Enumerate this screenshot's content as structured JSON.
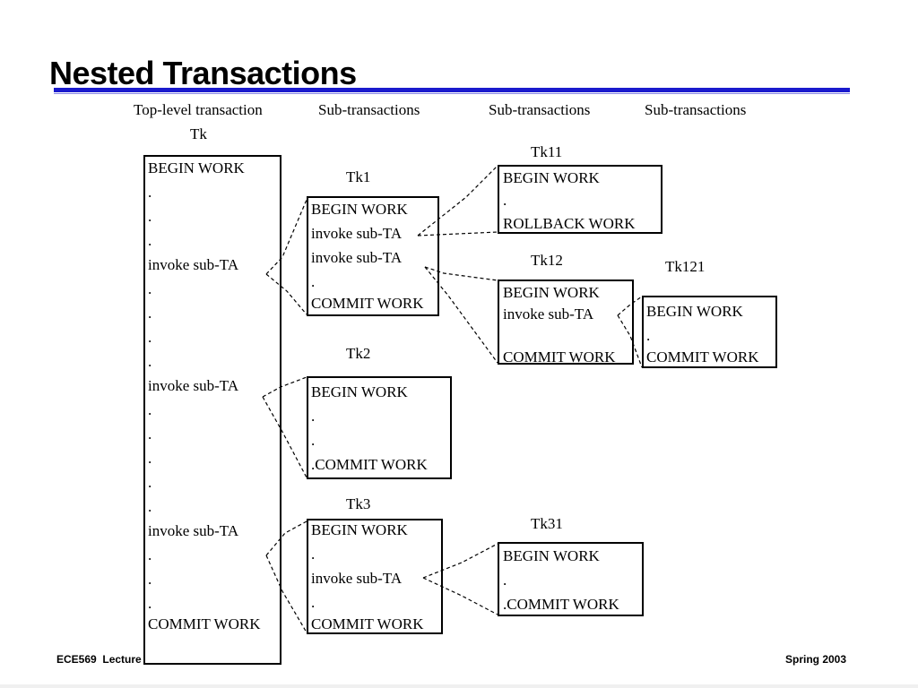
{
  "slide": {
    "title": "Nested Transactions",
    "column_headers": {
      "top_level": "Top-level transaction",
      "sub_1": "Sub-transactions",
      "sub_2": "Sub-transactions",
      "sub_3": "Sub-transactions"
    },
    "footer": {
      "left": "ECE569  Lecture",
      "right": "Spring 2003"
    }
  },
  "diagram": {
    "tk": {
      "label": "Tk",
      "lines": [
        "BEGIN WORK",
        ".",
        ".",
        ".",
        "invoke sub-TA",
        ".",
        ".",
        ".",
        ".",
        "invoke sub-TA",
        ".",
        ".",
        ".",
        ".",
        ".",
        "invoke sub-TA",
        ".",
        ".",
        ".",
        "COMMIT WORK"
      ]
    },
    "tk1": {
      "label": "Tk1",
      "lines": [
        "BEGIN WORK",
        "invoke sub-TA",
        "invoke sub-TA",
        ".",
        "COMMIT WORK"
      ]
    },
    "tk2": {
      "label": "Tk2",
      "lines": [
        "BEGIN WORK",
        ".",
        ".",
        ".COMMIT WORK"
      ]
    },
    "tk3": {
      "label": "Tk3",
      "lines": [
        "BEGIN WORK",
        ".",
        "invoke sub-TA",
        ".",
        "COMMIT WORK"
      ]
    },
    "tk11": {
      "label": "Tk11",
      "lines": [
        "BEGIN WORK",
        ".",
        "ROLLBACK WORK"
      ]
    },
    "tk12": {
      "label": "Tk12",
      "lines": [
        "BEGIN WORK",
        "invoke sub-TA",
        "",
        "COMMIT WORK"
      ]
    },
    "tk121": {
      "label": "Tk121",
      "lines": [
        "BEGIN WORK",
        ".",
        "COMMIT WORK"
      ]
    },
    "tk31": {
      "label": "Tk31",
      "lines": [
        "BEGIN WORK",
        ".",
        ".COMMIT WORK"
      ]
    }
  }
}
